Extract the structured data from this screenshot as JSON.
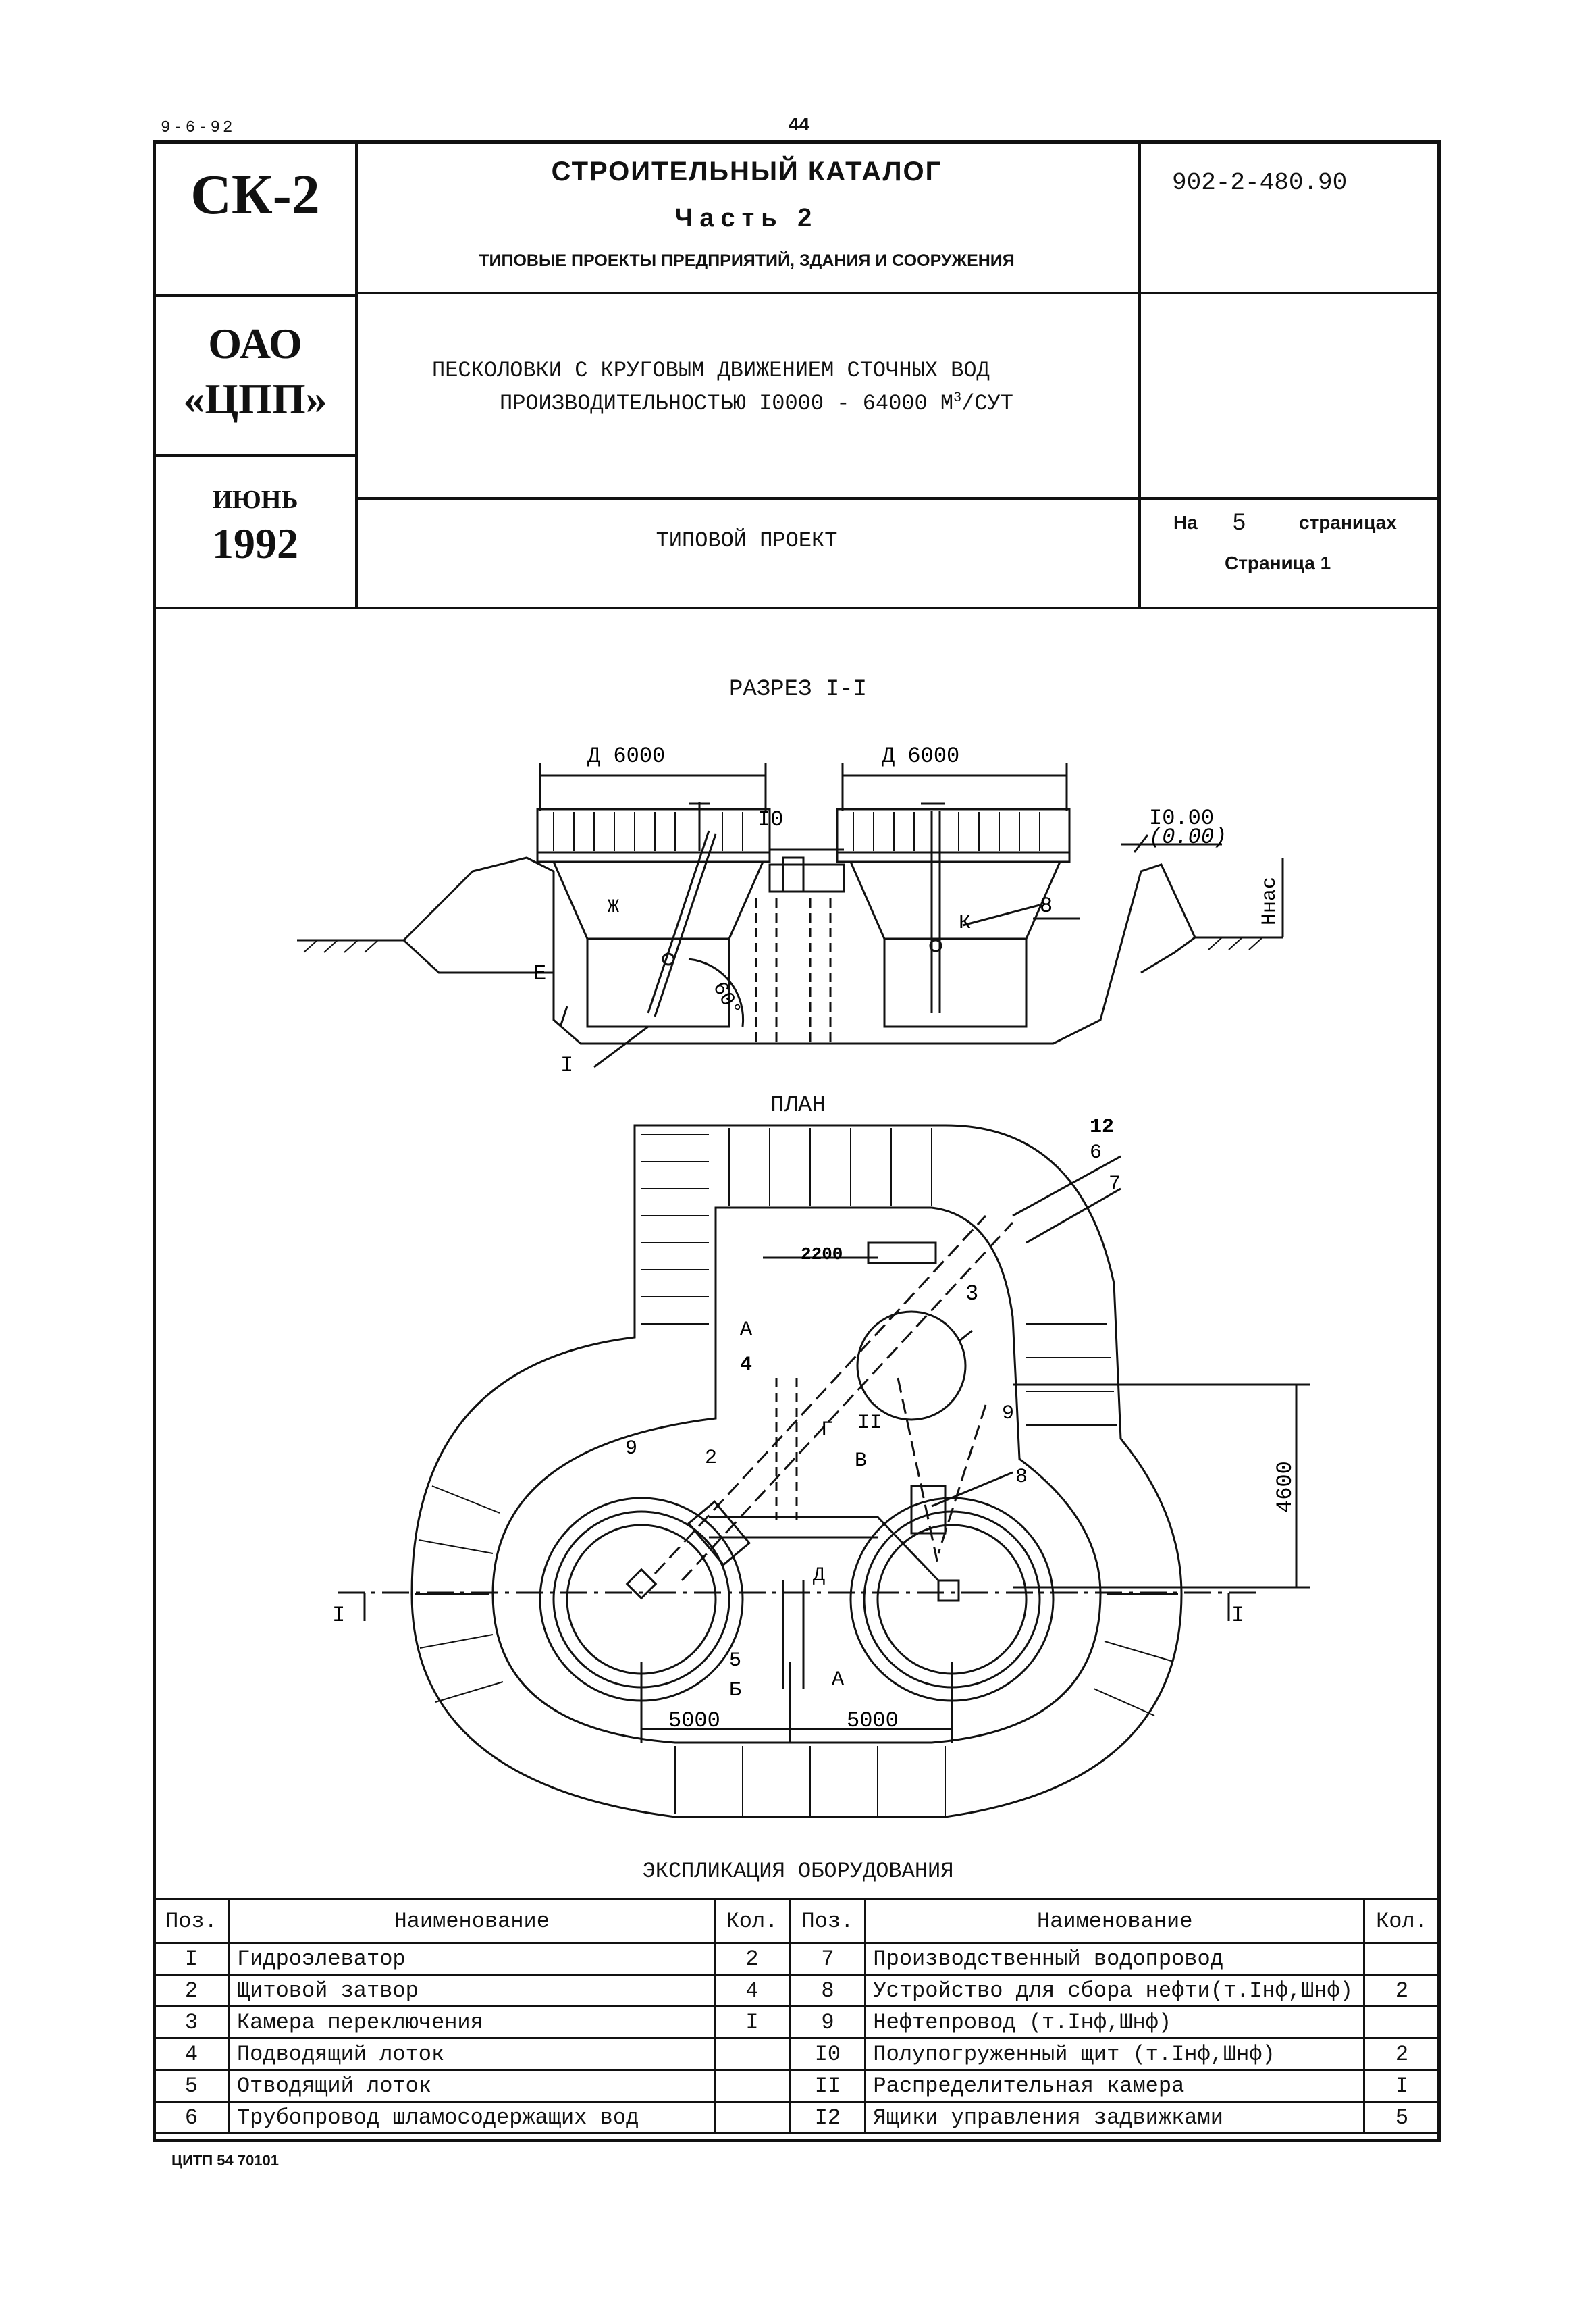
{
  "header": {
    "top_code": "9-6-92",
    "page_number": "44",
    "sk": "СК-2",
    "org_line1": "ОАО",
    "org_line2": "«ЦПП»",
    "month": "ИЮНЬ",
    "year": "1992",
    "catalog_title": "СТРОИТЕЛЬНЫЙ КАТАЛОГ",
    "catalog_part": "Часть 2",
    "catalog_subtitle": "ТИПОВЫЕ ПРОЕКТЫ ПРЕДПРИЯТИЙ, ЗДАНИЯ И СООРУЖЕНИЯ",
    "project_code": "902-2-480.90",
    "title_line1": "ПЕСКОЛОВКИ С КРУГОВЫМ ДВИЖЕНИЕМ СТОЧНЫХ ВОД",
    "title_line2": "ПРОИЗВОДИТЕЛЬНОСТЬЮ I0000 - 64000 М",
    "title_sup": "3",
    "title_unit": "/СУТ",
    "project_type": "ТИПОВОЙ ПРОЕКТ",
    "pages_prefix": "На",
    "pages_count": "5",
    "pages_suffix": "страницах",
    "page_label": "Страница 1"
  },
  "drawing": {
    "section_title": "РАЗРЕЗ I-I",
    "plan_title": "ПЛАН",
    "dim_d_left": "Д 6000",
    "dim_d_right": "Д 6000",
    "elev_top": "I0.00",
    "elev_sub": "(0.00)",
    "label_hnas": "Hнас",
    "label_10": "I0",
    "label_8": "8",
    "label_zh": "Ж",
    "label_k": "К",
    "label_e": "E",
    "label_i": "I",
    "angle": "60°",
    "plan_12": "12",
    "plan_6": "6",
    "plan_7": "7",
    "plan_3": "3",
    "plan_2200": "2200",
    "plan_a": "А",
    "plan_4": "4",
    "plan_g": "Г",
    "plan_ii": "II",
    "plan_v": "В",
    "plan_9l": "9",
    "plan_9r": "9",
    "plan_2": "2",
    "plan_8": "8",
    "plan_4600": "4600",
    "plan_d": "Д",
    "plan_5": "5",
    "plan_b": "Б",
    "plan_a2": "А",
    "plan_5000l": "5000",
    "plan_5000r": "5000",
    "plan_il": "I",
    "plan_ir": "I"
  },
  "explication": {
    "title": "ЭКСПЛИКАЦИЯ ОБОРУДОВАНИЯ",
    "headers": [
      "Поз.",
      "Наименование",
      "Кол.",
      "Поз.",
      "Наименование",
      "Кол."
    ],
    "rows": [
      [
        "I",
        "Гидроэлеватор",
        "2",
        "7",
        "Производственный водопровод",
        ""
      ],
      [
        "2",
        "Щитовой затвор",
        "4",
        "8",
        "Устройство для сбора нефти(т.Iнф,Шнф)",
        "2"
      ],
      [
        "3",
        "Камера переключения",
        "I",
        "9",
        "Нефтепровод (т.Iнф,Шнф)",
        ""
      ],
      [
        "4",
        "Подводящий лоток",
        "",
        "I0",
        "Полупогруженный щит (т.Iнф,Шнф)",
        "2"
      ],
      [
        "5",
        "Отводящий лоток",
        "",
        "II",
        "Распределительная камера",
        "I"
      ],
      [
        "6",
        "Трубопровод шламосодержащих вод",
        "",
        "I2",
        "Ящики управления задвижками",
        "5"
      ]
    ]
  },
  "footer": "ЦИТП 54 70101"
}
